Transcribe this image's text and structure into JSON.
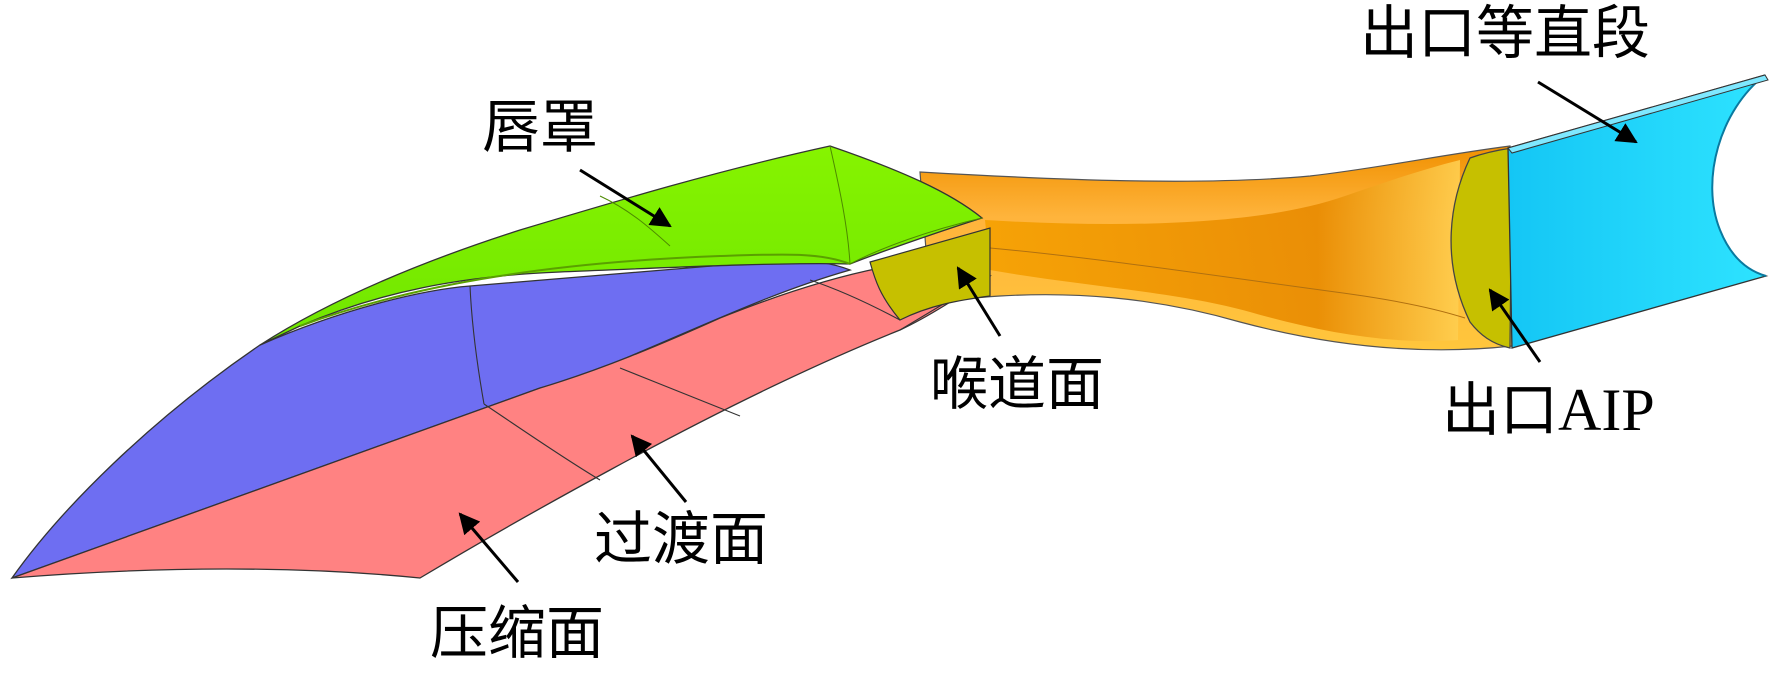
{
  "colors": {
    "cowl": "#7cf200",
    "compression": "#ff8080",
    "side_wall": "#6f6ff2",
    "throat": "#c8c000",
    "duct": "#ffad1f",
    "exit_straight": "#1ed3ff",
    "edge": "#333333",
    "arrow": "#000000"
  },
  "labels": {
    "exit_straight_section": "出口等直段",
    "cowl": "唇罩",
    "throat_surface": "喉道面",
    "exit_aip_prefix": "出口",
    "exit_aip_suffix": "AIP",
    "transition_surface": "过渡面",
    "compression_surface": "压缩面"
  }
}
